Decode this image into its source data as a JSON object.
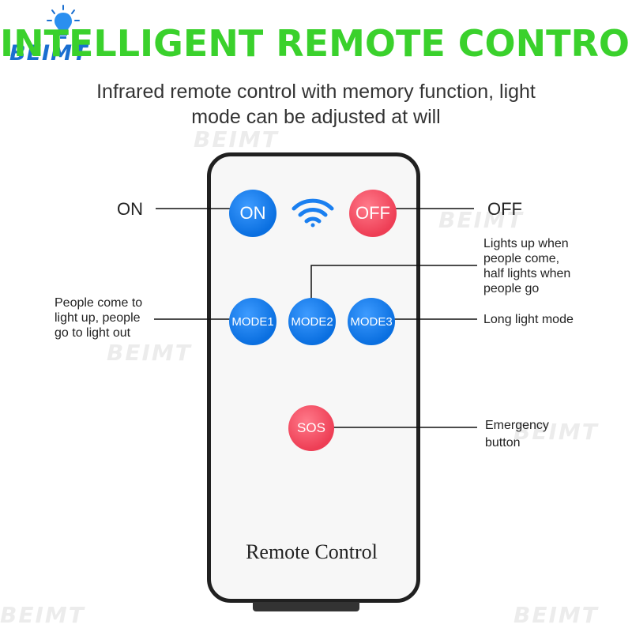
{
  "logo": {
    "text": "BEIMT"
  },
  "header": {
    "title": "INTELLIGENT REMOTE CONTROL",
    "subtitle_line1": "Infrared remote control with memory function, light",
    "subtitle_line2": "mode can be adjusted at will"
  },
  "remote": {
    "buttons": {
      "on": "ON",
      "off": "OFF",
      "mode1": "MODE1",
      "mode2": "MODE2",
      "mode3": "MODE3",
      "sos": "SOS"
    },
    "label": "Remote Control"
  },
  "callouts": {
    "on": "ON",
    "off": "OFF",
    "mode1": [
      "People come to",
      "light up, people",
      "go to light out"
    ],
    "mode2": [
      "Lights up when",
      "people come,",
      "half lights when",
      "people go"
    ],
    "mode3": "Long light mode",
    "sos": [
      "Emergency",
      "button"
    ]
  },
  "colors": {
    "title": "#3ad12c",
    "logo": "#1a6fd0",
    "button_blue": "#0a6fe0",
    "button_red": "#ee3e55"
  },
  "icons": {
    "signal": "wifi-signal-icon",
    "bulb": "lightbulb-icon"
  }
}
